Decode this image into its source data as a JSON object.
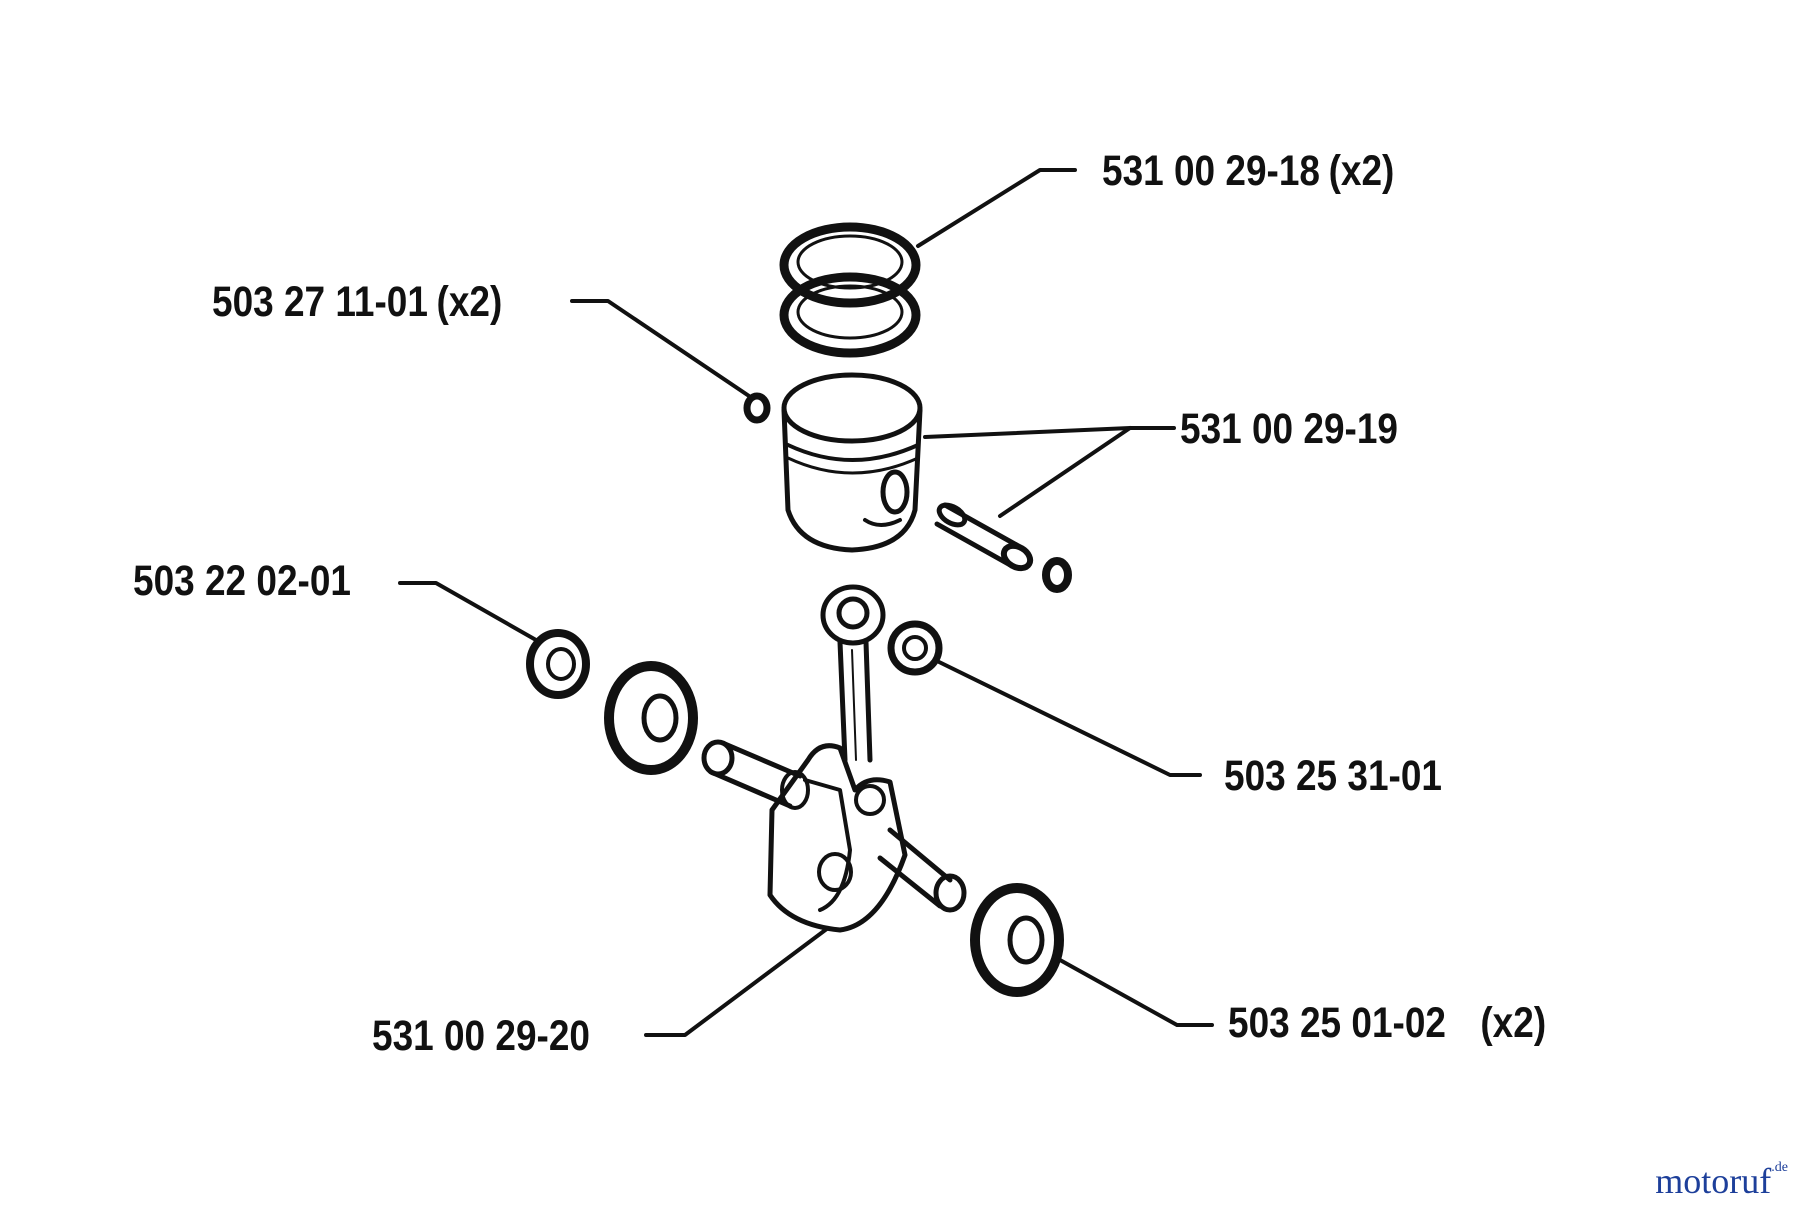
{
  "parts": [
    {
      "id": "piston-ring",
      "number": "531 00 29-18",
      "qty": "(x2)"
    },
    {
      "id": "circlip",
      "number": "503 27 11-01",
      "qty": "(x2)"
    },
    {
      "id": "piston",
      "number": "531 00 29-19",
      "qty": ""
    },
    {
      "id": "seal-left",
      "number": "503 22 02-01",
      "qty": ""
    },
    {
      "id": "needle-bearing",
      "number": "503 25 31-01",
      "qty": ""
    },
    {
      "id": "crankshaft",
      "number": "531 00 29-20",
      "qty": ""
    },
    {
      "id": "ball-bearing",
      "number": "503 25 01-02",
      "qty": "(x2)"
    }
  ],
  "watermark": {
    "brand": "motoruf",
    "tld": ".de",
    "color": "#1d3f9a"
  },
  "colors": {
    "ink": "#111111",
    "background": "#ffffff"
  }
}
